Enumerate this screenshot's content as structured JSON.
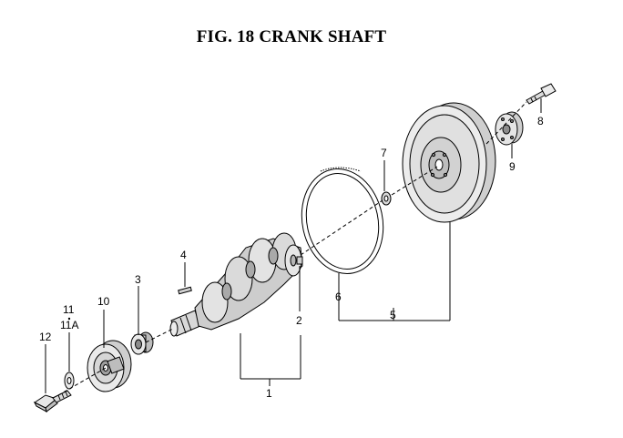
{
  "title": "FIG. 18  CRANK SHAFT",
  "callouts": {
    "c1": "1",
    "c2": "2",
    "c3": "3",
    "c4": "4",
    "c5": "5",
    "c6": "6",
    "c7": "7",
    "c8": "8",
    "c9": "9",
    "c10": "10",
    "c11": "11",
    "c11a": "11A",
    "c12": "12"
  }
}
